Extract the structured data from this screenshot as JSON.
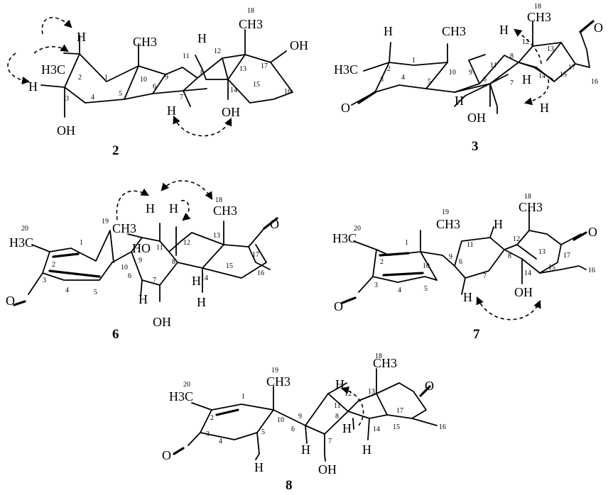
{
  "figure": {
    "compounds": [
      {
        "id": "2",
        "labels": [
          "H",
          "CH3",
          "H3C",
          "H",
          "OH",
          "CH3",
          "H",
          "OH",
          "OH",
          "H"
        ],
        "numbers": [
          "18",
          "2",
          "1",
          "10",
          "9",
          "11",
          "12",
          "13",
          "17",
          "8",
          "3",
          "4",
          "5",
          "6",
          "7",
          "14",
          "15",
          "16"
        ]
      },
      {
        "id": "3",
        "labels": [
          "H",
          "CH3",
          "CH3",
          "H3C",
          "H",
          "O",
          "O",
          "H",
          "OH",
          "H",
          "H"
        ],
        "numbers": [
          "18",
          "1",
          "2",
          "4",
          "10",
          "9",
          "11",
          "12",
          "13",
          "17",
          "8",
          "3",
          "5",
          "6",
          "7",
          "14",
          "15",
          "16"
        ]
      },
      {
        "id": "6",
        "labels": [
          "H",
          "H",
          "CH3",
          "CH3",
          "H3C",
          "HO",
          "O",
          "O",
          "H",
          "H",
          "OH",
          "H"
        ],
        "numbers": [
          "20",
          "1",
          "2",
          "19",
          "18",
          "11",
          "12",
          "13",
          "17",
          "10",
          "9",
          "8",
          "3",
          "4",
          "5",
          "6",
          "7",
          "14",
          "15",
          "16"
        ]
      },
      {
        "id": "7",
        "labels": [
          "CH3",
          "CH3",
          "H3C",
          "H",
          "O",
          "O",
          "OH",
          "H"
        ],
        "numbers": [
          "20",
          "19",
          "18",
          "1",
          "2",
          "9",
          "11",
          "12",
          "13",
          "17",
          "8",
          "10",
          "3",
          "4",
          "5",
          "6",
          "7",
          "14",
          "15",
          "16"
        ]
      },
      {
        "id": "8",
        "labels": [
          "CH3",
          "CH3",
          "H3C",
          "H",
          "O",
          "O",
          "H",
          "H",
          "OH",
          "H",
          "H"
        ],
        "numbers": [
          "18",
          "19",
          "20",
          "1",
          "2",
          "10",
          "9",
          "11",
          "12",
          "13",
          "17",
          "8",
          "3",
          "4",
          "5",
          "6",
          "7",
          "14",
          "15",
          "16"
        ]
      }
    ]
  }
}
